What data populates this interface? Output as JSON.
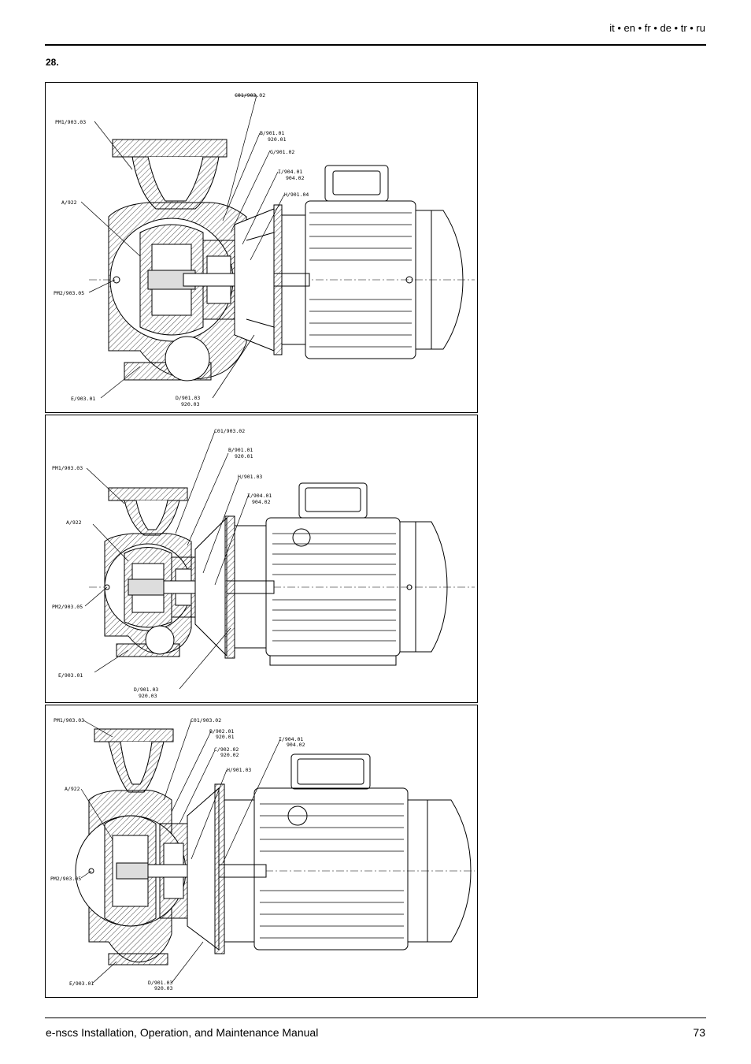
{
  "header": {
    "languages": "it • en • fr • de • tr • ru"
  },
  "figure": {
    "number": "28.",
    "drawings": [
      {
        "callouts": [
          {
            "l1": "C01/903.02",
            "l2": ""
          },
          {
            "l1": "PM1/903.03",
            "l2": ""
          },
          {
            "l1": "B/901.01",
            "l2": "920.01"
          },
          {
            "l1": "G/901.02",
            "l2": ""
          },
          {
            "l1": "I/904.01",
            "l2": "904.02"
          },
          {
            "l1": "H/901.04",
            "l2": ""
          },
          {
            "l1": "A/922",
            "l2": ""
          },
          {
            "l1": "PM2/903.05",
            "l2": ""
          },
          {
            "l1": "E/903.01",
            "l2": ""
          },
          {
            "l1": "D/901.03",
            "l2": "920.03"
          }
        ]
      },
      {
        "callouts": [
          {
            "l1": "C01/903.02",
            "l2": ""
          },
          {
            "l1": "B/901.01",
            "l2": "920.01"
          },
          {
            "l1": "PM1/903.03",
            "l2": ""
          },
          {
            "l1": "H/901.03",
            "l2": ""
          },
          {
            "l1": "I/904.01",
            "l2": "904.02"
          },
          {
            "l1": "A/922",
            "l2": ""
          },
          {
            "l1": "PM2/903.05",
            "l2": ""
          },
          {
            "l1": "E/903.01",
            "l2": ""
          },
          {
            "l1": "D/901.03",
            "l2": "920.03"
          }
        ]
      },
      {
        "callouts": [
          {
            "l1": "PM1/903.03",
            "l2": ""
          },
          {
            "l1": "C01/903.02",
            "l2": ""
          },
          {
            "l1": "B/902.01",
            "l2": "920.01"
          },
          {
            "l1": "I/904.01",
            "l2": "904.02"
          },
          {
            "l1": "C/902.02",
            "l2": "920.02"
          },
          {
            "l1": "H/901.03",
            "l2": ""
          },
          {
            "l1": "A/922",
            "l2": ""
          },
          {
            "l1": "PM2/903.05",
            "l2": ""
          },
          {
            "l1": "E/903.01",
            "l2": ""
          },
          {
            "l1": "D/901.03",
            "l2": "920.03"
          }
        ]
      }
    ]
  },
  "footer": {
    "title": "e-nscs Installation, Operation, and Maintenance Manual",
    "page_number": "73"
  }
}
